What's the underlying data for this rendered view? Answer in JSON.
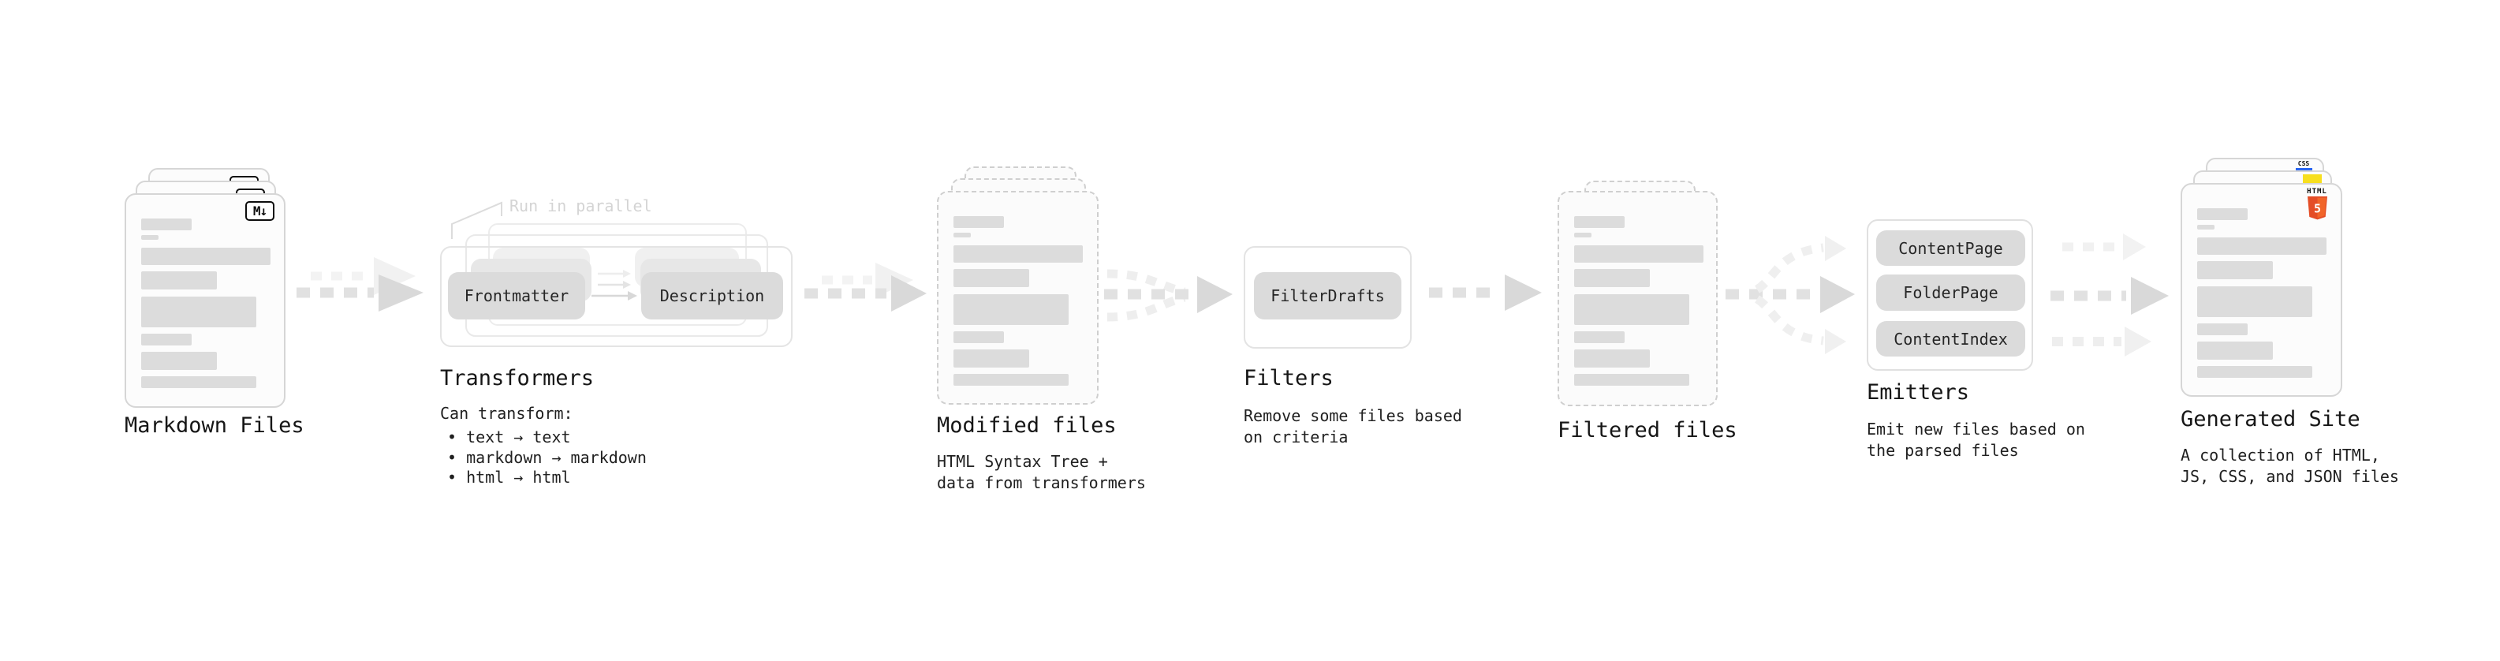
{
  "diagram": {
    "stages": {
      "markdown_files": {
        "title": "Markdown Files",
        "badge": "M↓"
      },
      "transformers": {
        "note": "Run in parallel",
        "title": "Transformers",
        "body": "Can transform:",
        "bullets": [
          "• text → text",
          "• markdown → markdown",
          "• html → html"
        ],
        "nodes": [
          "Frontmatter",
          "Description"
        ]
      },
      "modified_files": {
        "title": "Modified files",
        "subtitle": "HTML Syntax Tree +\ndata from transformers"
      },
      "filters": {
        "title": "Filters",
        "subtitle": "Remove some files based\non criteria",
        "nodes": [
          "FilterDrafts"
        ]
      },
      "filtered_files": {
        "title": "Filtered files"
      },
      "emitters": {
        "title": "Emitters",
        "subtitle": "Emit new files based on\nthe parsed files",
        "nodes": [
          "ContentPage",
          "FolderPage",
          "ContentIndex"
        ]
      },
      "generated_site": {
        "title": "Generated Site",
        "subtitle": "A collection of HTML,\nJS, CSS, and JSON files",
        "html5_label": "HTML",
        "html5_number": "5",
        "css_label": "CSS"
      }
    },
    "colors": {
      "html5_orange": "#e44d26",
      "html5_orange_light": "#f16529",
      "js_yellow": "#f7df1e",
      "css_blue": "#2965f1"
    }
  }
}
